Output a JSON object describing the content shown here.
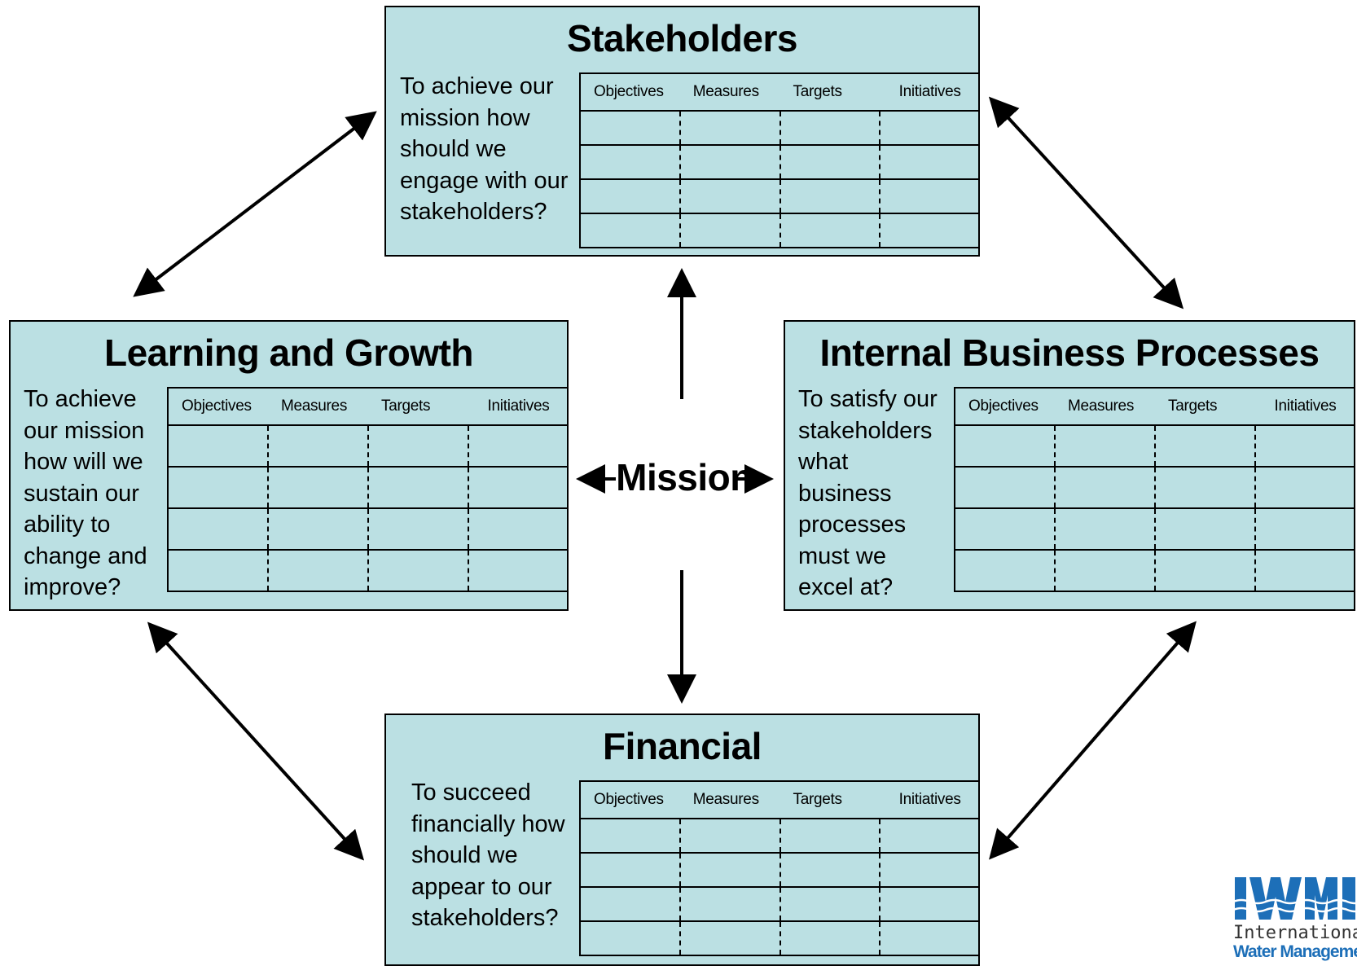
{
  "colors": {
    "panel_fill": "#bbe0e3",
    "outline": "#000000",
    "logo_blue": "#1d6fb8"
  },
  "column_headers": [
    "Objectives",
    "Measures",
    "Targets",
    "Initiatives"
  ],
  "rows_per_table": 4,
  "panels": {
    "stakeholders": {
      "title": "Stakeholders",
      "question_lines": [
        "To achieve our",
        "mission how",
        "should we",
        "engage with our",
        "stakeholders?"
      ]
    },
    "learning": {
      "title": "Learning and Growth",
      "question_lines": [
        "To achieve",
        "our mission",
        "how will we",
        "sustain our",
        "ability to",
        "change and",
        "improve?"
      ]
    },
    "internal": {
      "title": "Internal Business Processes",
      "question_lines": [
        "To satisfy our",
        "stakeholders",
        "what",
        "business",
        "processes",
        "must we",
        "excel at?"
      ]
    },
    "financial": {
      "title": "Financial",
      "question_lines": [
        "To succeed",
        "financially how",
        "should we",
        "appear to our",
        "stakeholders?"
      ]
    }
  },
  "center": {
    "label": "Mission"
  },
  "logo": {
    "mark": "IWMI",
    "line1": "International",
    "line2": "Water Management"
  }
}
